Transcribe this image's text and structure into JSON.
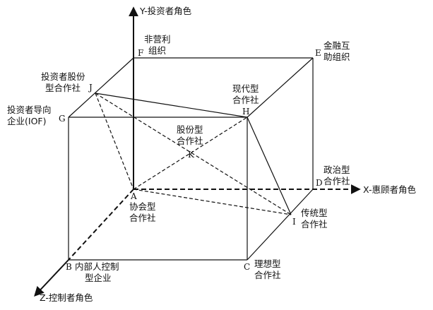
{
  "axes": {
    "y": "Y-投资者角色",
    "x": "X-惠顾者角色",
    "z": "Z-控制者角色"
  },
  "points": {
    "A": "A",
    "B": "B",
    "C": "C",
    "D": "D",
    "E": "E",
    "F": "F",
    "G": "G",
    "H": "H",
    "I": "I",
    "J": "J",
    "K": "K"
  },
  "labels": {
    "F": [
      "非营利",
      "组织"
    ],
    "E": [
      "金融互",
      "助组织"
    ],
    "J": [
      "投资者股份",
      "型合作社"
    ],
    "G": [
      "投资者导向",
      "企业(IOF)"
    ],
    "H": [
      "现代型",
      "合作社"
    ],
    "K": [
      "股份型",
      "合作社"
    ],
    "D": [
      "政治型",
      "合作社"
    ],
    "A": [
      "协会型",
      "合作社"
    ],
    "I": [
      "传统型",
      "合作社"
    ],
    "B": [
      "内部人控制",
      "型企业"
    ],
    "C": [
      "理想型",
      "合作社"
    ]
  }
}
